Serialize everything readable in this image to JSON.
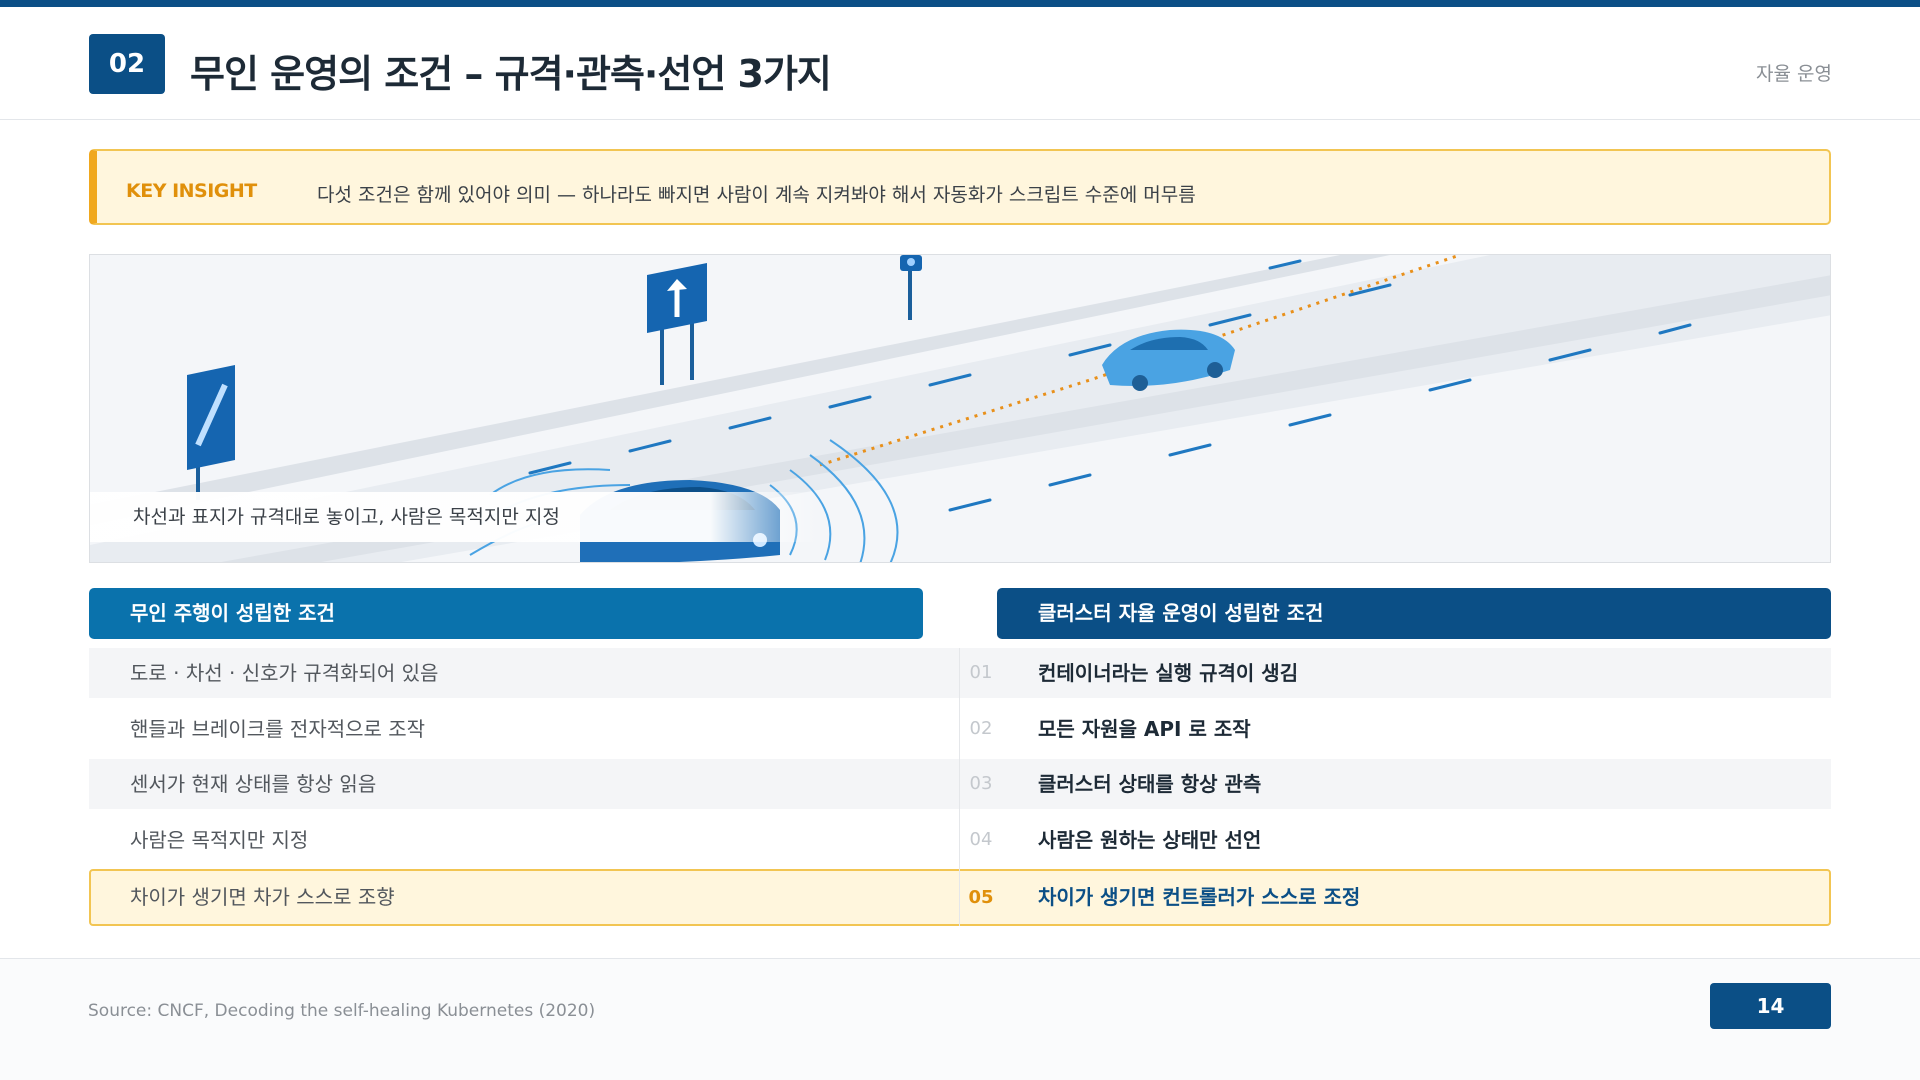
{
  "header": {
    "section_number": "02",
    "title": "무인 운영의 조건 – 규격·관측·선언 3가지",
    "tag": "자율 운영"
  },
  "insight": {
    "label": "KEY INSIGHT",
    "text": "다섯 조건은 함께 있어야 의미 — 하나라도 빠지면 사람이 계속 지켜봐야 해서 자동화가 스크립트 수준에 머무름"
  },
  "hero": {
    "caption": "차선과 표지가 규격대로 놓이고, 사람은 목적지만 지정",
    "icons": [
      "road-illustration",
      "autonomous-car",
      "traffic-sign",
      "sensor-waves"
    ]
  },
  "comparison": {
    "left_heading": "무인 주행이 성립한 조건",
    "right_heading": "클러스터 자율 운영이 성립한 조건",
    "rows": [
      {
        "num": "01",
        "left": "도로 · 차선 · 신호가 규격화되어 있음",
        "right": "컨테이너라는 실행 규격이 생김"
      },
      {
        "num": "02",
        "left": "핸들과 브레이크를 전자적으로 조작",
        "right": "모든 자원을 API 로 조작"
      },
      {
        "num": "03",
        "left": "센서가 현재 상태를 항상 읽음",
        "right": "클러스터 상태를 항상 관측"
      },
      {
        "num": "04",
        "left": "사람은 목적지만 지정",
        "right": "사람은 원하는 상태만 선언"
      },
      {
        "num": "05",
        "left": "차이가 생기면 차가 스스로 조향",
        "right": "차이가 생기면 컨트롤러가 스스로 조정"
      }
    ]
  },
  "footer": {
    "source": "Source: CNCF, Decoding the self-healing Kubernetes (2020)",
    "page_number": "14"
  },
  "colors": {
    "primary": "#0b4f86",
    "secondary": "#0a72ac",
    "accent": "#f0a81e",
    "highlight_bg": "#fff6dd"
  }
}
